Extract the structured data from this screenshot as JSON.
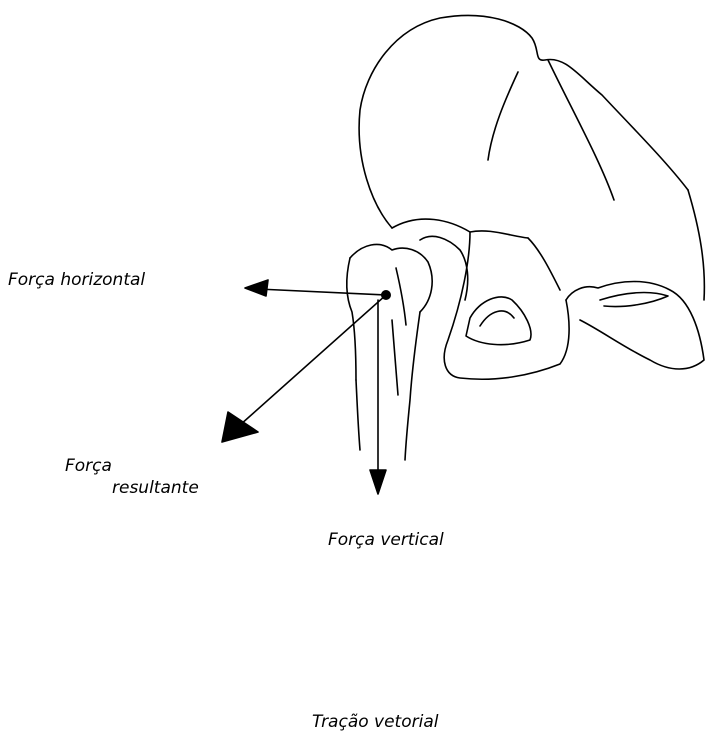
{
  "labels": {
    "horizontal": "Força horizontal",
    "resultant_line1": "Força",
    "resultant_line2": "resultante",
    "vertical": "Força vertical",
    "caption": "Tração vetorial"
  },
  "colors": {
    "ink": "#000000",
    "paper": "#ffffff"
  }
}
